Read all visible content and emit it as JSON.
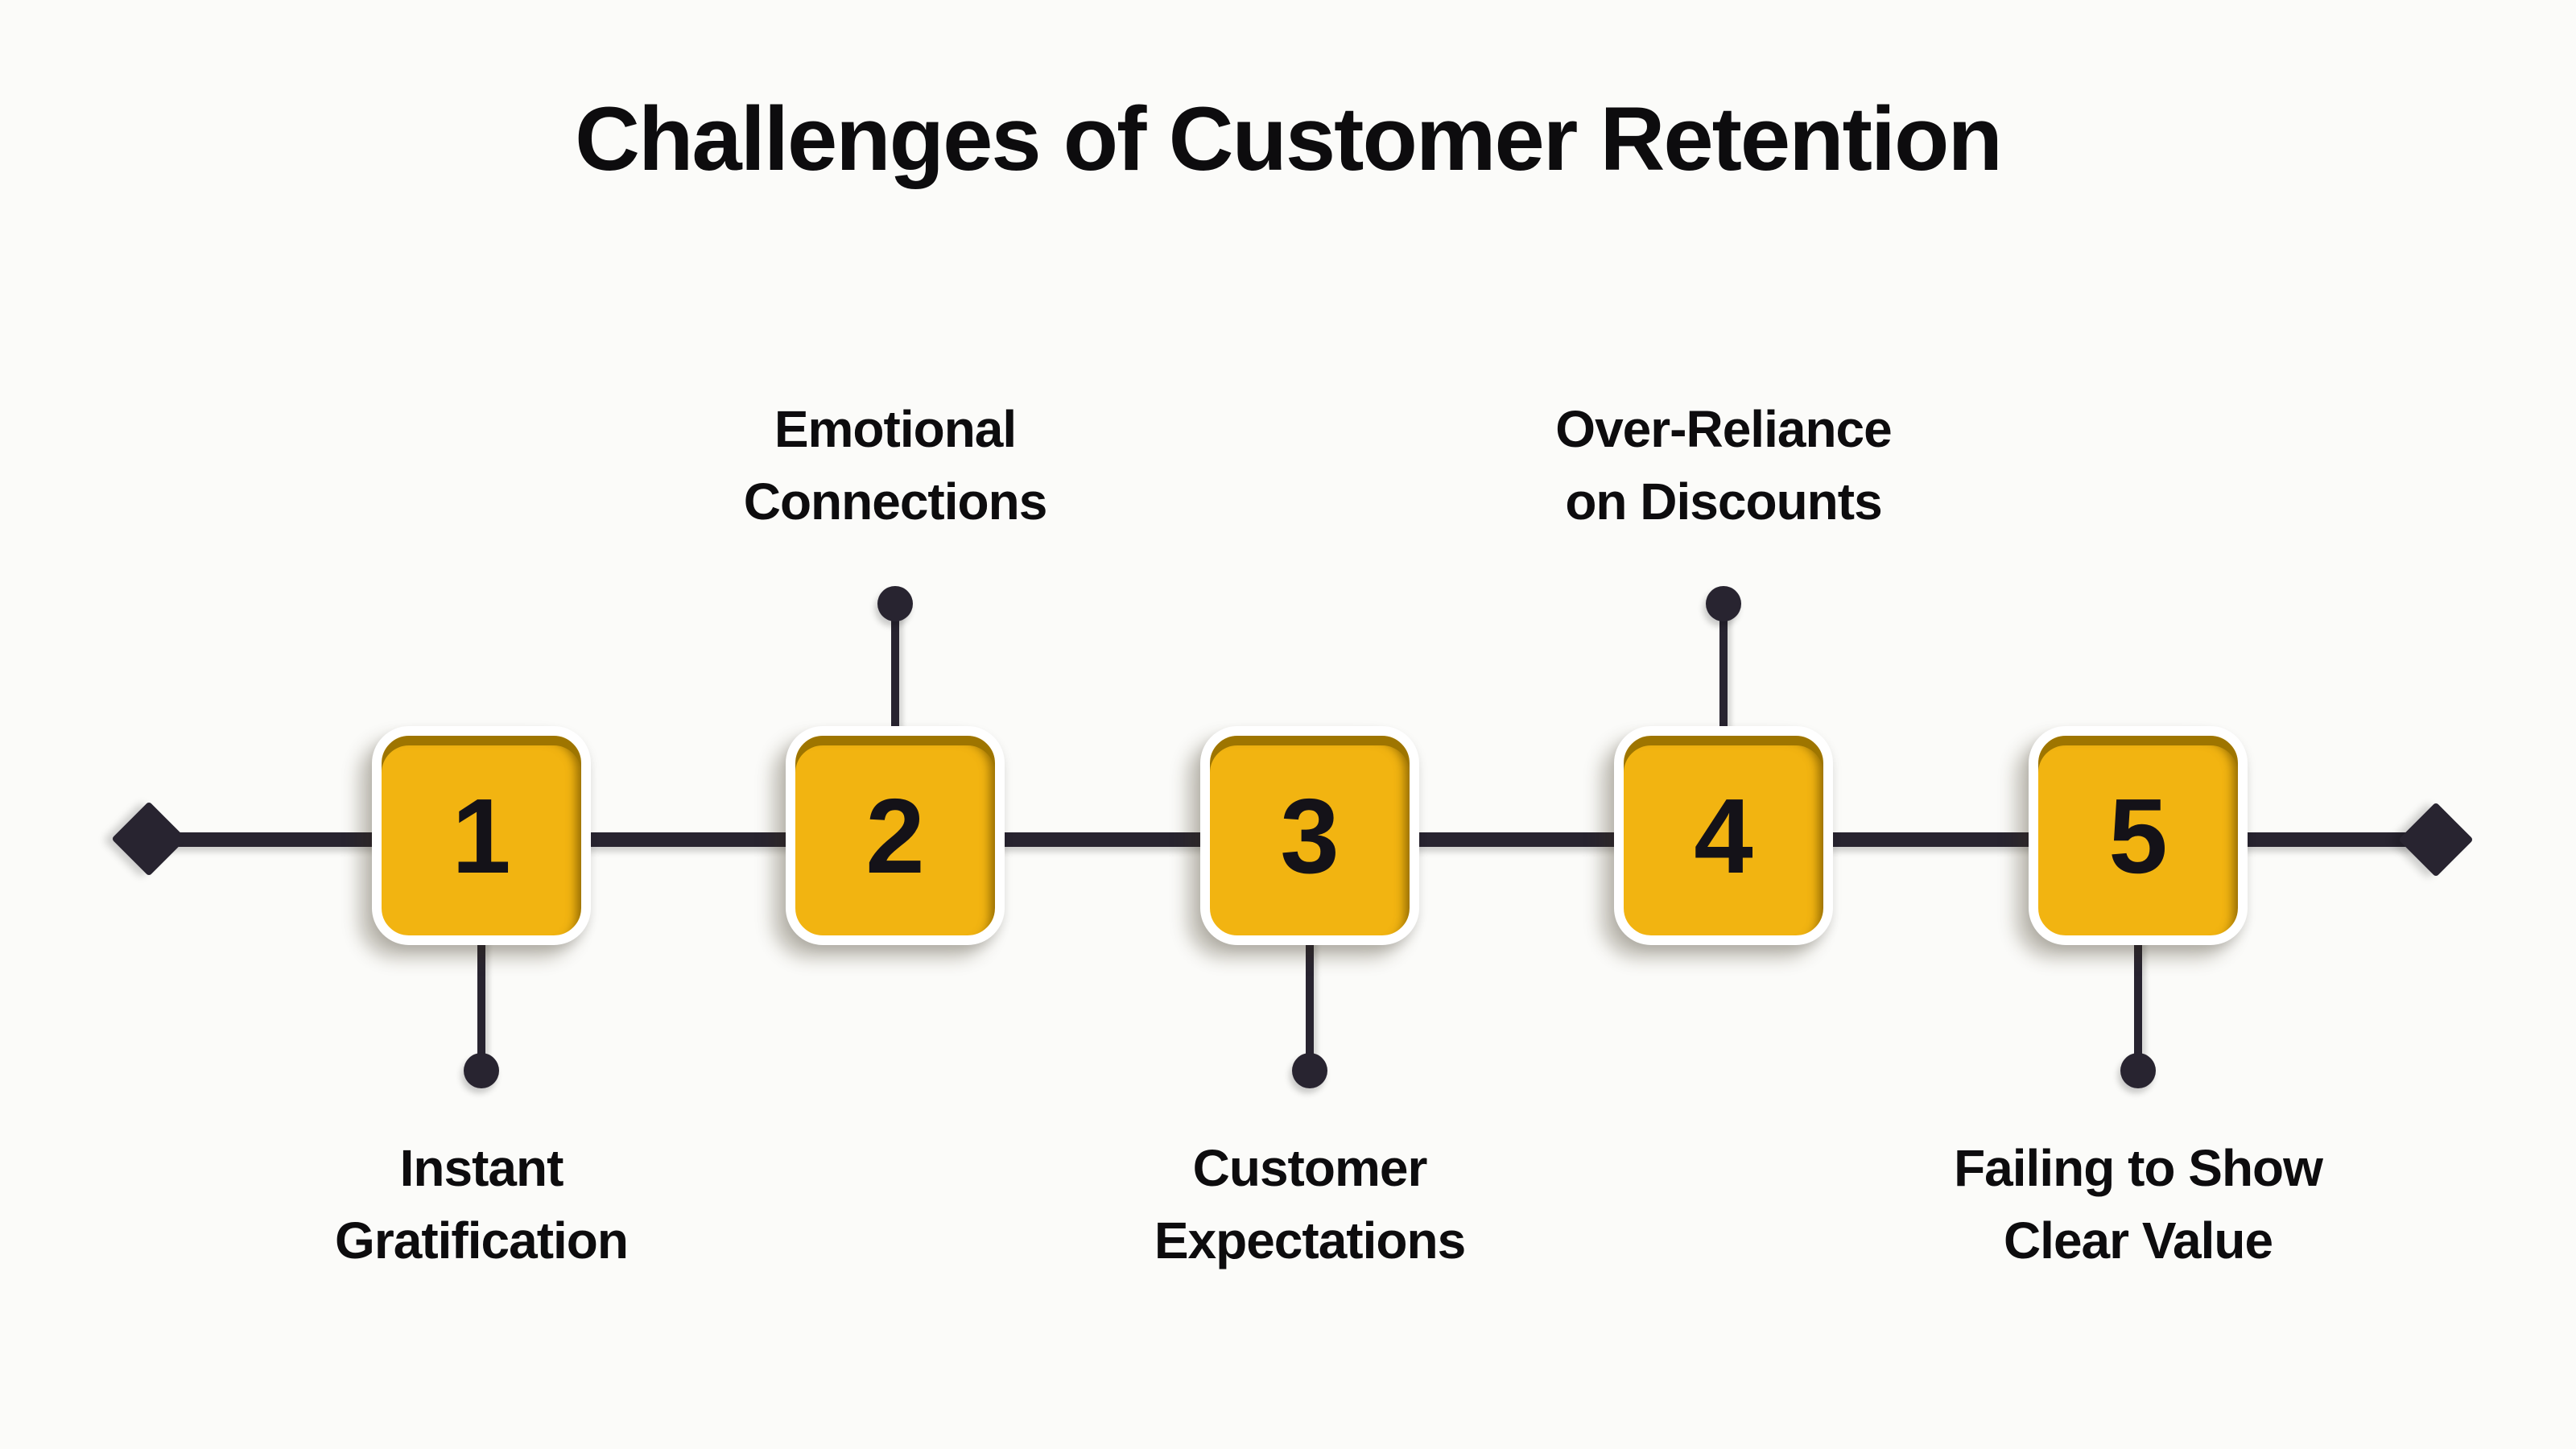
{
  "title": "Challenges of Customer Retention",
  "steps": [
    {
      "number": "1",
      "label": "Instant Gratification",
      "label_line1": "Instant",
      "label_line2": "Gratification",
      "label_position": "below"
    },
    {
      "number": "2",
      "label": "Emotional Connections",
      "label_line1": "Emotional",
      "label_line2": "Connections",
      "label_position": "above"
    },
    {
      "number": "3",
      "label": "Customer Expectations",
      "label_line1": "Customer",
      "label_line2": "Expectations",
      "label_position": "below"
    },
    {
      "number": "4",
      "label": "Over-Reliance on Discounts",
      "label_line1": "Over-Reliance",
      "label_line2": "on Discounts",
      "label_position": "above"
    },
    {
      "number": "5",
      "label": "Failing to Show Clear Value",
      "label_line1": "Failing to Show",
      "label_line2": "Clear Value",
      "label_position": "below"
    }
  ],
  "icons": {
    "timeline_endpoint": "diamond-icon",
    "label_connector": "circle-dot-icon"
  },
  "colors": {
    "background": "#fbfbf9",
    "accent": "#f2b411",
    "accent_dark": "#9e7500",
    "ink": "#282430",
    "text": "#0d0c0e",
    "box_border": "#ffffff"
  }
}
